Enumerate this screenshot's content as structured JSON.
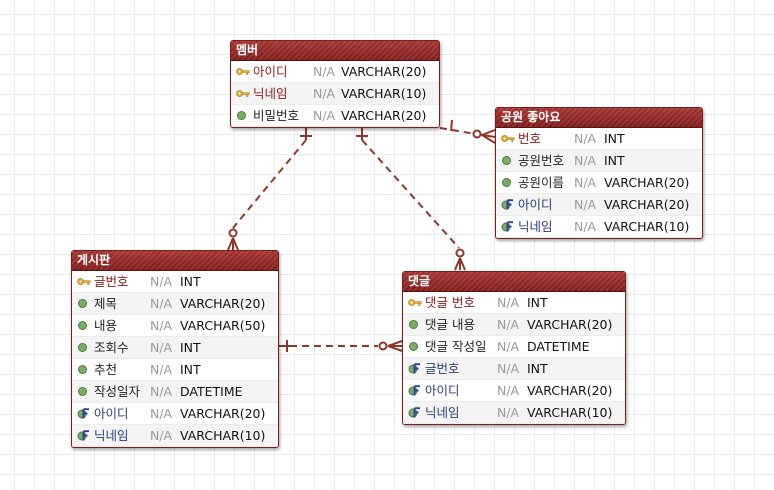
{
  "entities": {
    "member": {
      "title": "멤버",
      "rows": [
        {
          "key": "pk",
          "name": "아이디",
          "nullable": "N/A",
          "type": "VARCHAR(20)"
        },
        {
          "key": "pk",
          "name": "닉네임",
          "nullable": "N/A",
          "type": "VARCHAR(10)"
        },
        {
          "key": "col",
          "name": "비밀번호",
          "nullable": "N/A",
          "type": "VARCHAR(20)"
        }
      ]
    },
    "park_like": {
      "title": "공원 좋아요",
      "rows": [
        {
          "key": "pk",
          "name": "번호",
          "nullable": "N/A",
          "type": "INT"
        },
        {
          "key": "col",
          "name": "공원번호",
          "nullable": "N/A",
          "type": "INT"
        },
        {
          "key": "col",
          "name": "공원이름",
          "nullable": "N/A",
          "type": "VARCHAR(20)"
        },
        {
          "key": "fk",
          "name": "아이디",
          "nullable": "N/A",
          "type": "VARCHAR(20)"
        },
        {
          "key": "fk",
          "name": "닉네임",
          "nullable": "N/A",
          "type": "VARCHAR(10)"
        }
      ]
    },
    "board": {
      "title": "게시판",
      "rows": [
        {
          "key": "pk",
          "name": "글번호",
          "nullable": "N/A",
          "type": "INT"
        },
        {
          "key": "col",
          "name": "제목",
          "nullable": "N/A",
          "type": "VARCHAR(20)"
        },
        {
          "key": "col",
          "name": "내용",
          "nullable": "N/A",
          "type": "VARCHAR(50)"
        },
        {
          "key": "col",
          "name": "조회수",
          "nullable": "N/A",
          "type": "INT"
        },
        {
          "key": "col",
          "name": "추천",
          "nullable": "N/A",
          "type": "INT"
        },
        {
          "key": "col",
          "name": "작성일자",
          "nullable": "N/A",
          "type": "DATETIME"
        },
        {
          "key": "fk",
          "name": "아이디",
          "nullable": "N/A",
          "type": "VARCHAR(20)"
        },
        {
          "key": "fk",
          "name": "닉네임",
          "nullable": "N/A",
          "type": "VARCHAR(10)"
        }
      ]
    },
    "comment": {
      "title": "댓글",
      "rows": [
        {
          "key": "pk",
          "name": "댓글 번호",
          "nullable": "N/A",
          "type": "INT"
        },
        {
          "key": "col",
          "name": "댓글 내용",
          "nullable": "N/A",
          "type": "VARCHAR(20)"
        },
        {
          "key": "col",
          "name": "댓글 작성일",
          "nullable": "N/A",
          "type": "DATETIME"
        },
        {
          "key": "fk",
          "name": "글번호",
          "nullable": "N/A",
          "type": "INT"
        },
        {
          "key": "fk",
          "name": "아이디",
          "nullable": "N/A",
          "type": "VARCHAR(20)"
        },
        {
          "key": "fk",
          "name": "닉네임",
          "nullable": "N/A",
          "type": "VARCHAR(10)"
        }
      ]
    }
  },
  "colors": {
    "header": "#8f2624",
    "relationship_line": "#8b3a2a",
    "pk_text": "#8b1a1a",
    "fk_text": "#2a3f7a",
    "key_icon": "#e0b040",
    "column_dot": "#6a9a5a"
  },
  "relationships": [
    {
      "from": "member",
      "to": "park_like",
      "type": "one-to-many"
    },
    {
      "from": "member",
      "to": "board",
      "type": "one-to-many"
    },
    {
      "from": "member",
      "to": "comment",
      "type": "one-to-many"
    },
    {
      "from": "board",
      "to": "comment",
      "type": "one-to-many"
    }
  ]
}
